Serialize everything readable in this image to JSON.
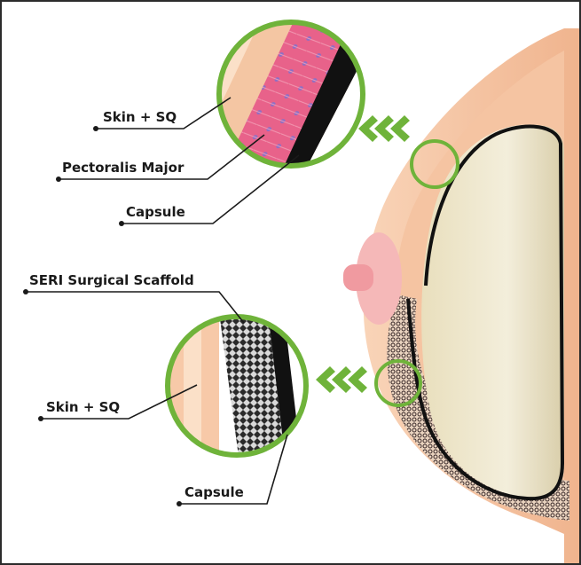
{
  "labels": {
    "top_skin": "Skin + SQ",
    "top_muscle": "Pectoralis Major",
    "top_capsule": "Capsule",
    "scaffold": "SERI Surgical Scaffold",
    "bottom_skin": "Skin + SQ",
    "bottom_capsule": "Capsule"
  },
  "colors": {
    "skin_outer": "#f6c9a6",
    "skin_inner": "#f0b48e",
    "muscle": "#e5668c",
    "implant": "#ede5c8",
    "capsule": "#111111",
    "magnifier_ring": "#6fb33a",
    "arrow": "#6fb33a",
    "nipple": "#f3aeb0"
  }
}
